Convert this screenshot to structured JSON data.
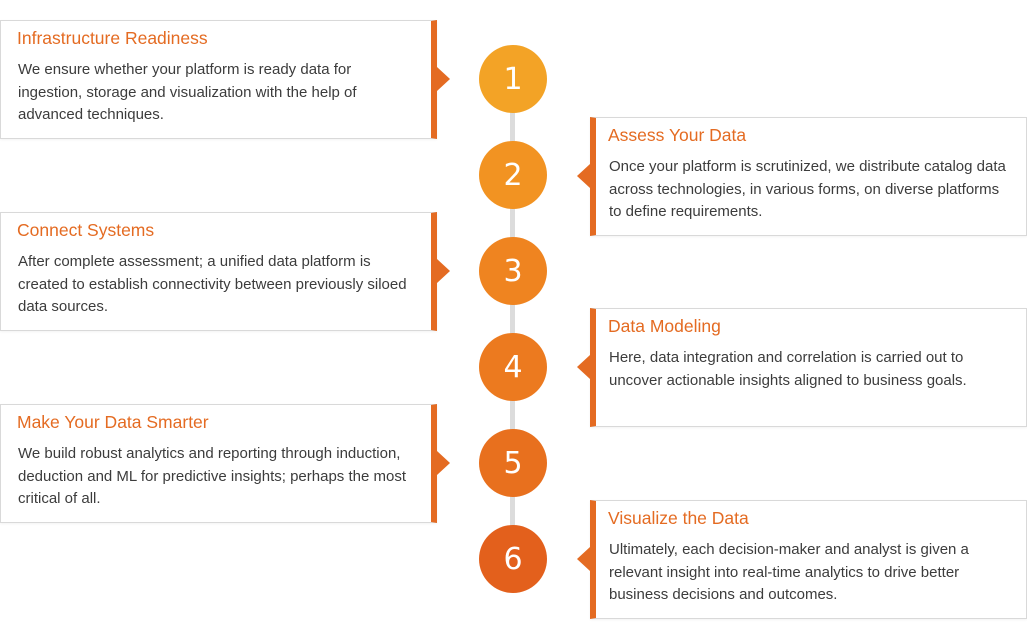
{
  "steps": [
    {
      "number": "1",
      "title": "Infrastructure Readiness",
      "description": "We ensure whether your platform is ready data for ingestion, storage and visualization with the help of advanced techniques."
    },
    {
      "number": "2",
      "title": "Assess Your Data",
      "description": "Once your platform is scrutinized, we distribute catalog data across technologies, in various forms, on diverse platforms to define requirements."
    },
    {
      "number": "3",
      "title": "Connect Systems",
      "description": "After complete assessment; a unified data platform is created to establish connectivity between previously siloed data sources."
    },
    {
      "number": "4",
      "title": "Data Modeling",
      "description": "Here, data integration and correlation is carried out to uncover actionable insights aligned to business goals."
    },
    {
      "number": "5",
      "title": "Make Your Data Smarter",
      "description": "We build robust analytics and reporting through induction, deduction and ML for predictive insights; perhaps the most critical of all."
    },
    {
      "number": "6",
      "title": "Visualize the Data",
      "description": "Ultimately, each decision-maker and analyst is given a relevant insight into real-time analytics to drive better business decisions and outcomes."
    }
  ],
  "colors": {
    "accent": "#e46b22",
    "circle_gradient": [
      "#f3a326",
      "#f29322",
      "#ef8420",
      "#ec7a1f",
      "#e8701e",
      "#e3601c"
    ],
    "timeline": "#dcdcdc",
    "text": "#3c3c3c"
  }
}
